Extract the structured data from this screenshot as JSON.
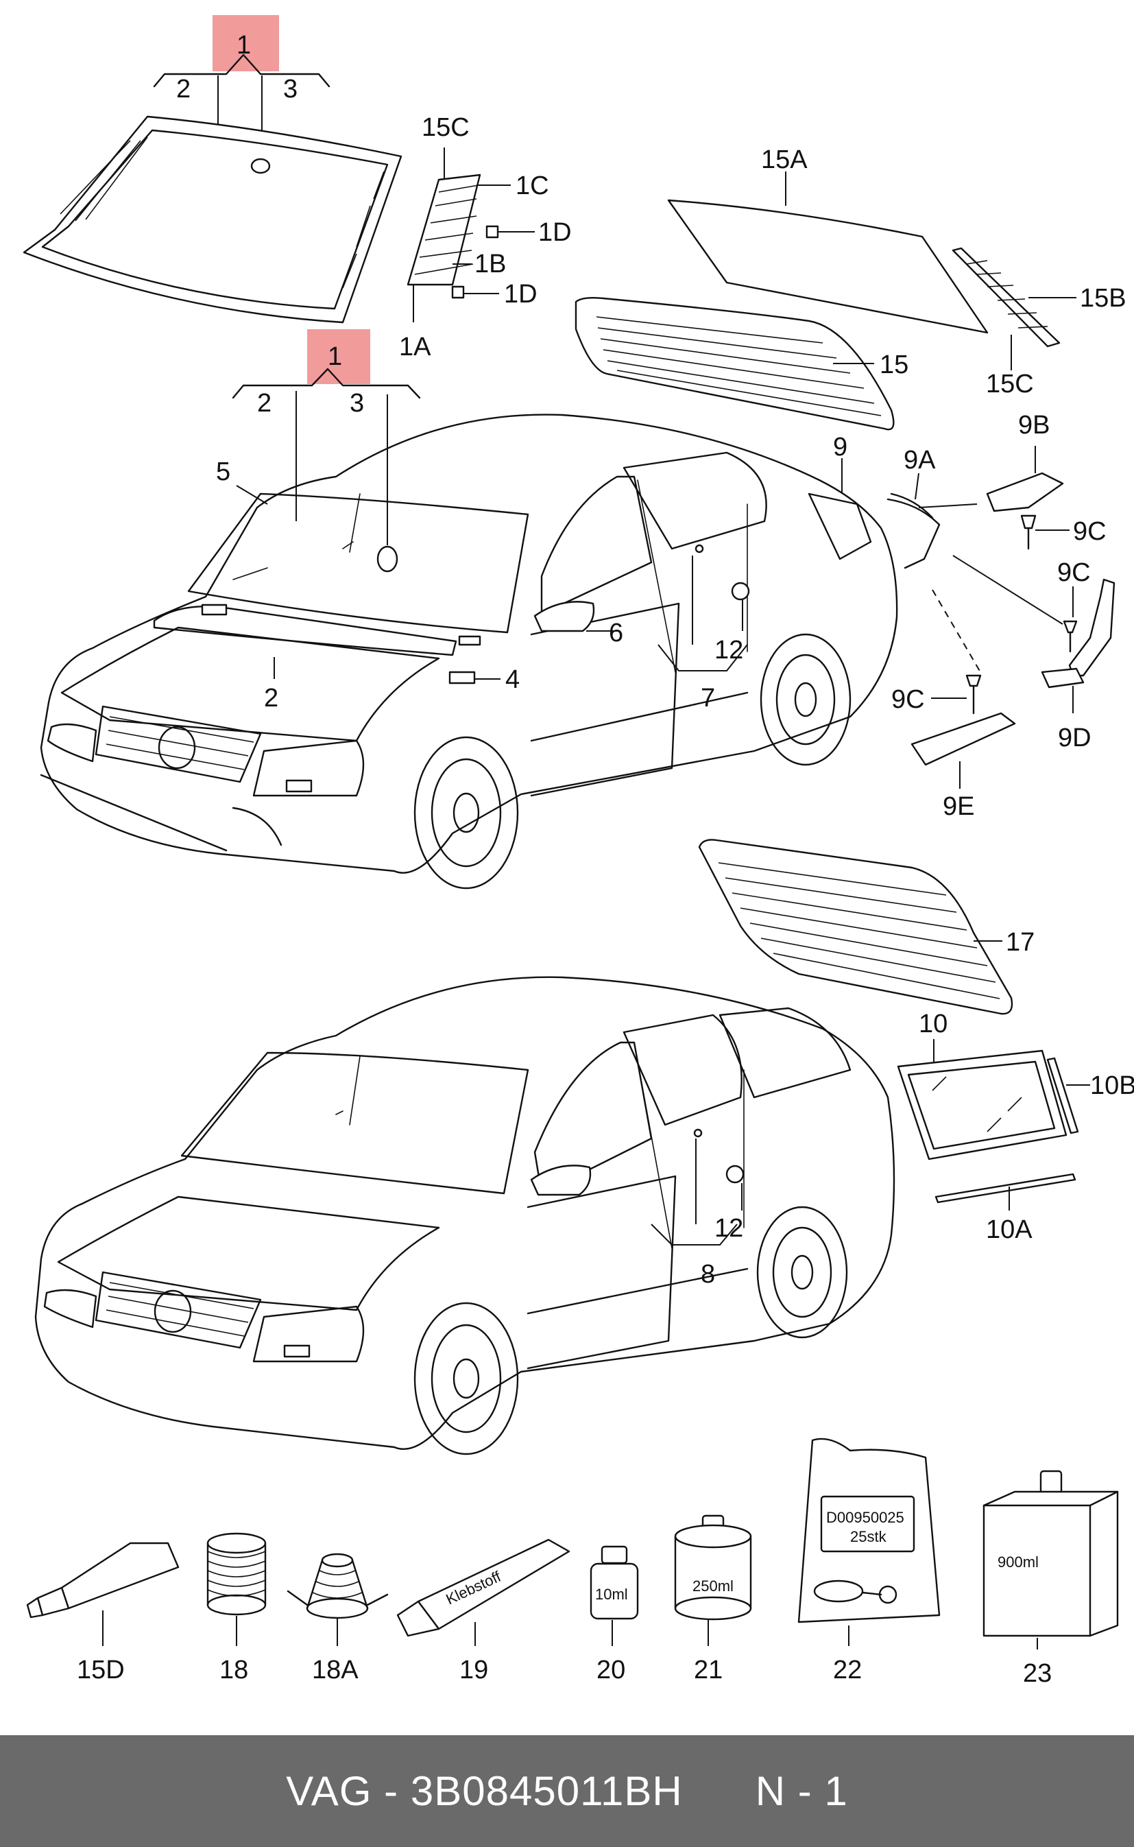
{
  "callouts": {
    "top_group_main": "1",
    "top_group_left": "2",
    "top_group_right": "3",
    "p15C_top": "15C",
    "p1C": "1C",
    "p1D_top": "1D",
    "p1B": "1B",
    "p1D_bottom": "1D",
    "p1A": "1A",
    "p15A": "15A",
    "p15B": "15B",
    "p15C_bottom": "15C",
    "p15": "15",
    "car_group_main": "1",
    "car_group_left": "2",
    "car_group_right": "3",
    "p5": "5",
    "p9": "9",
    "p9A": "9A",
    "p9B": "9B",
    "p9C_top": "9C",
    "p9C_mid": "9C",
    "p9C_left": "9C",
    "p9D": "9D",
    "p9E": "9E",
    "p6": "6",
    "p12_sedan": "12",
    "p7": "7",
    "p4": "4",
    "p2_car": "2",
    "p17": "17",
    "p10": "10",
    "p10B": "10B",
    "p10A": "10A",
    "p12_wagon": "12",
    "p8": "8",
    "p15D": "15D",
    "p18": "18",
    "p18A": "18A",
    "p19": "19",
    "p20": "20",
    "p21": "21",
    "p22": "22",
    "p23": "23"
  },
  "product_labels": {
    "tube_19": "Klebstoff",
    "bottle_20": "10ml",
    "can_21": "250ml",
    "packet_22_line1": "D00950025",
    "packet_22_line2": "25stk",
    "box_23": "900ml"
  },
  "footer": {
    "brand": "VAG",
    "separator": "-",
    "part_number": "3B0845011BH",
    "position": "N - 1"
  },
  "colors": {
    "highlight": "#f08a8a",
    "footer_bg": "#6a6a6a",
    "footer_text": "#ffffff",
    "line": "#111111"
  }
}
